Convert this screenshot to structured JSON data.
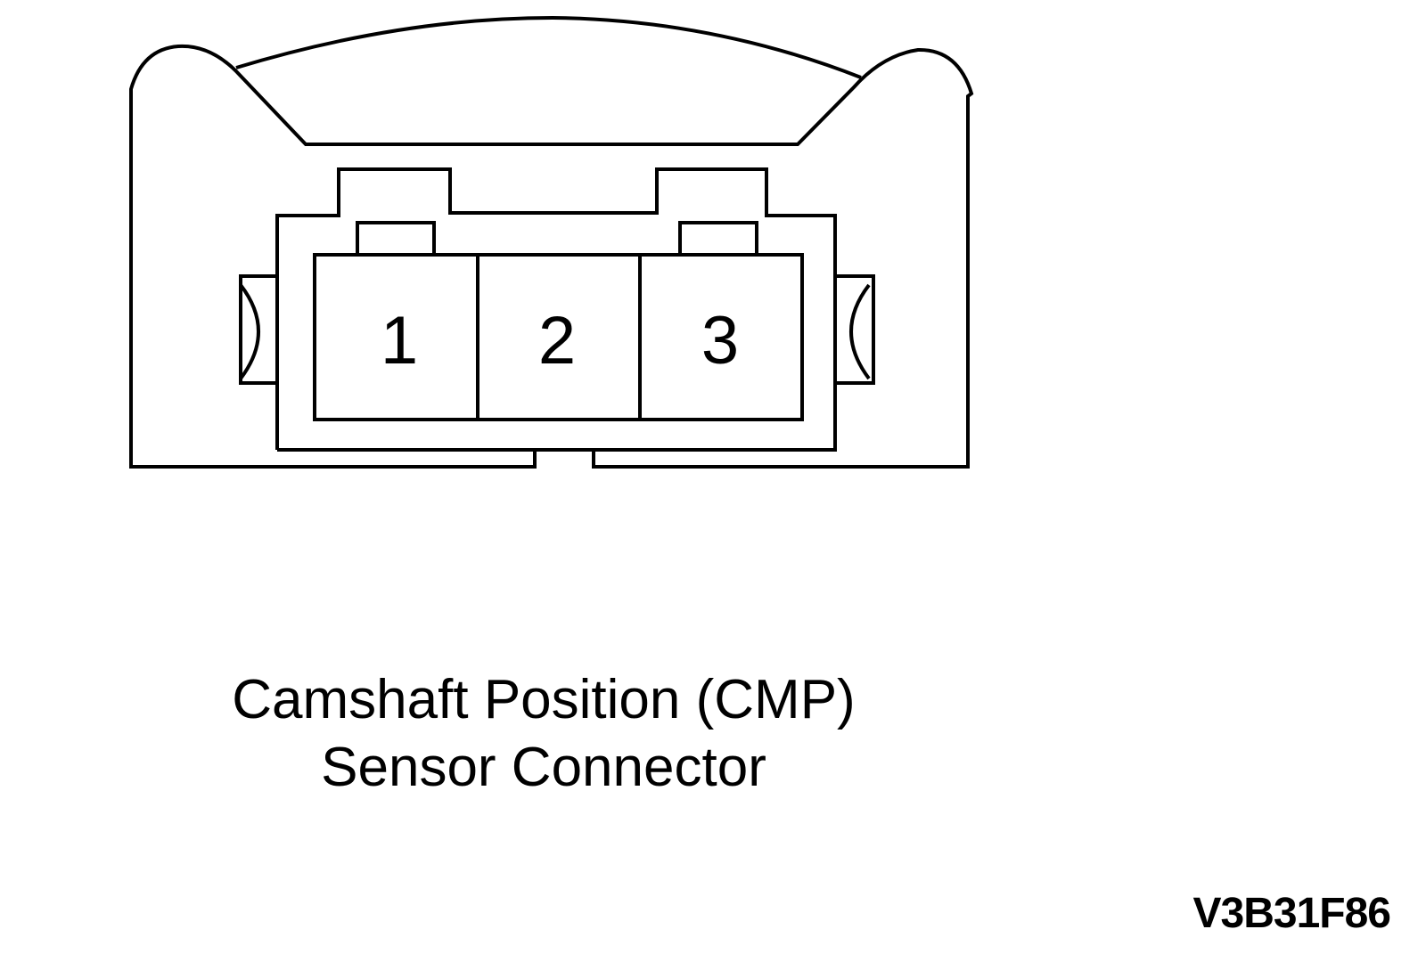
{
  "caption": {
    "line1": "Camshaft Position (CMP)",
    "line2": "Sensor Connector"
  },
  "pins": [
    {
      "label": "1"
    },
    {
      "label": "2"
    },
    {
      "label": "3"
    }
  ],
  "figure_id": "V3B31F86",
  "colors": {
    "line": "#000000",
    "background": "#ffffff"
  }
}
